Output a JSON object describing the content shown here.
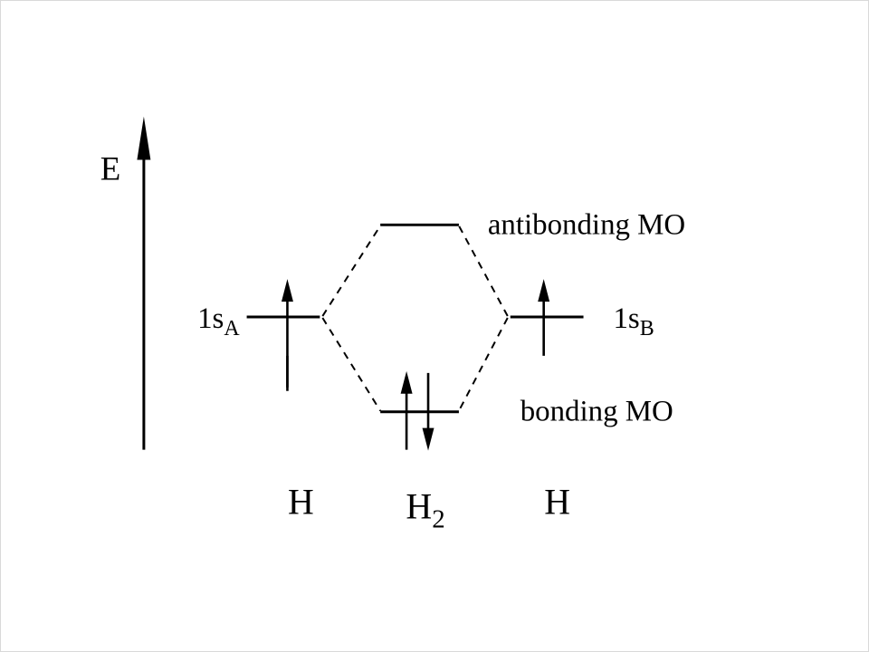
{
  "slide": {
    "background": "#ffffff",
    "border_color": "#d9d9d9"
  },
  "diagram": {
    "kind": "molecular-orbital-energy-diagram",
    "colors": {
      "line": "#000000",
      "text": "#000000"
    },
    "energy_axis": {
      "label": "E"
    },
    "atomic_orbitals": {
      "left": {
        "label_base": "1s",
        "label_sub": "A",
        "electrons": [
          "spin-up"
        ]
      },
      "right": {
        "label_base": "1s",
        "label_sub": "B",
        "electrons": [
          "spin-up"
        ]
      }
    },
    "molecular_orbitals": {
      "antibonding": {
        "label": "antibonding MO",
        "electrons": []
      },
      "bonding": {
        "label": "bonding MO",
        "electrons": [
          "spin-up",
          "spin-down"
        ]
      }
    },
    "atoms": {
      "left_label": "H",
      "center_label_base": "H",
      "center_label_sub": "2",
      "right_label": "H"
    }
  }
}
